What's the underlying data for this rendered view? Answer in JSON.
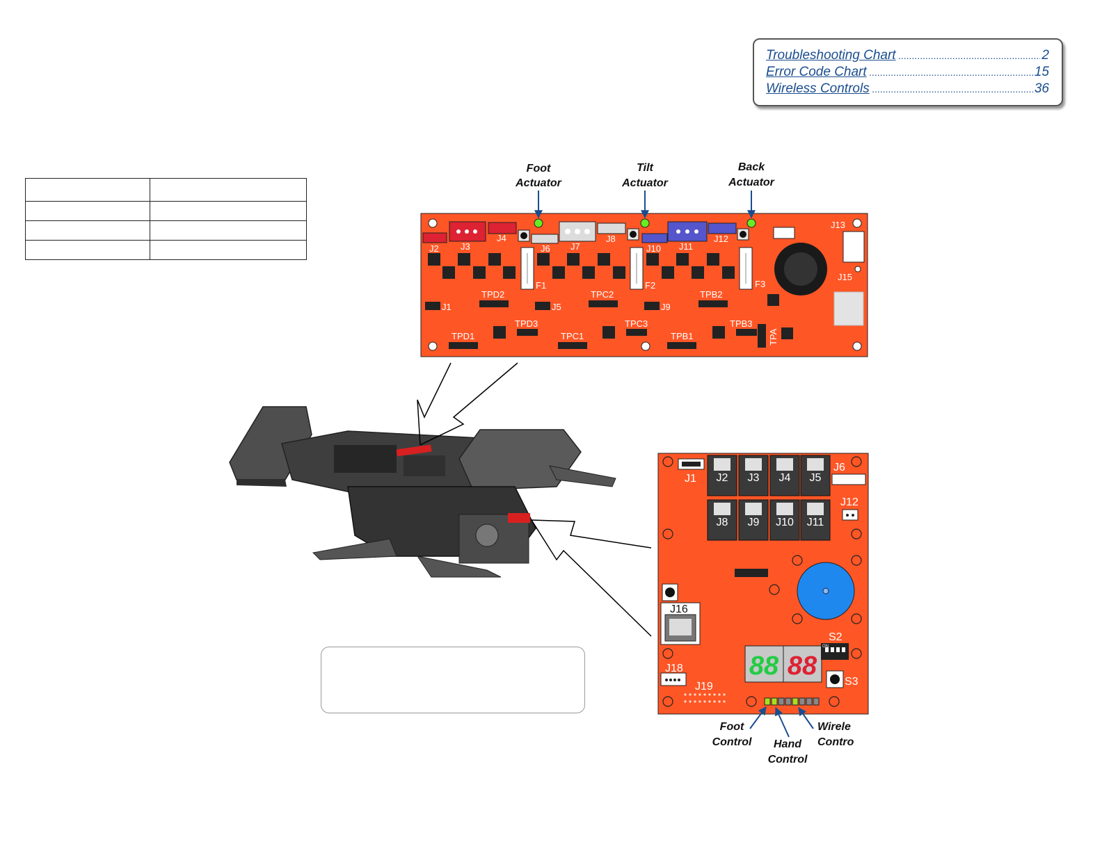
{
  "nav": {
    "links": [
      {
        "label": "Troubleshooting Chart",
        "page": "2"
      },
      {
        "label": "Error Code Chart",
        "page": "15"
      },
      {
        "label": "Wireless Controls",
        "page": "36"
      }
    ],
    "leader": "........................................................................................."
  },
  "top_board": {
    "callouts": {
      "foot": [
        "Foot",
        "Actuator"
      ],
      "tilt": [
        "Tilt",
        "Actuator"
      ],
      "back": [
        "Back",
        "Actuator"
      ]
    },
    "labels": {
      "j2": "J2",
      "j3": "J3",
      "j4": "J4",
      "j6": "J6",
      "j7": "J7",
      "j8": "J8",
      "j10": "J10",
      "j11": "J11",
      "j12": "J12",
      "j13": "J13",
      "j15": "J15",
      "f1": "F1",
      "f2": "F2",
      "f3": "F3",
      "j1": "J1",
      "j5": "J5",
      "j9": "J9",
      "tpd2": "TPD2",
      "tpc2": "TPC2",
      "tpb2": "TPB2",
      "tpd3": "TPD3",
      "tpc3": "TPC3",
      "tpb3": "TPB3",
      "tpd1": "TPD1",
      "tpc1": "TPC1",
      "tpb1": "TPB1",
      "tpa": "TPA"
    },
    "colors": {
      "board": "#ff5626",
      "led": "#66ee22",
      "red_conn": "#dd2233",
      "blue_conn": "#5555cc"
    }
  },
  "bottom_board": {
    "labels": {
      "j1": "J1",
      "j2": "J2",
      "j3": "J3",
      "j4": "J4",
      "j5": "J5",
      "j6": "J6",
      "j8": "J8",
      "j9": "J9",
      "j10": "J10",
      "j11": "J11",
      "j12": "J12",
      "j16": "J16",
      "j18": "J18",
      "j19": "J19",
      "s2": "S2",
      "s3": "S3",
      "on": "ON"
    },
    "displays": {
      "left": "88",
      "right": "88"
    },
    "callouts": {
      "foot": [
        "Foot",
        "Control"
      ],
      "hand": [
        "Hand",
        "Control"
      ],
      "wireless": [
        "Wirele",
        "Contro"
      ]
    },
    "colors": {
      "board": "#ff5626",
      "buzzer": "#1e88ee",
      "seg_green": "#22cc44",
      "seg_red": "#dd2233"
    }
  }
}
